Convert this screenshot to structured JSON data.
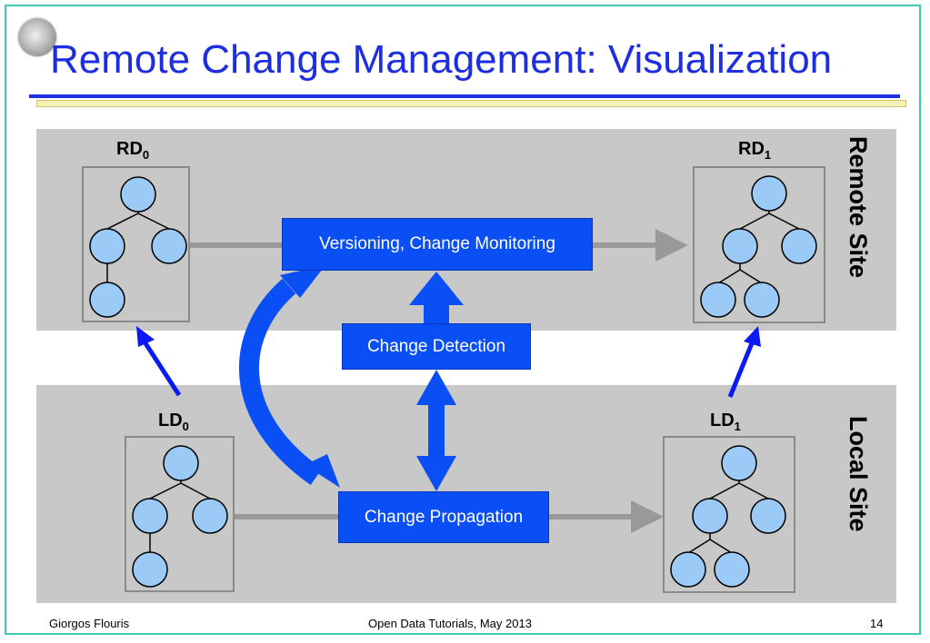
{
  "title": "Remote Change Management: Visualization",
  "sites": {
    "remote": "Remote Site",
    "local": "Local Site"
  },
  "datasets": {
    "rd0": {
      "main": "RD",
      "sub": "0"
    },
    "rd1": {
      "main": "RD",
      "sub": "1"
    },
    "ld0": {
      "main": "LD",
      "sub": "0"
    },
    "ld1": {
      "main": "LD",
      "sub": "1"
    }
  },
  "processes": {
    "versioning": "Versioning, Change Monitoring",
    "detection": "Change Detection",
    "propagation": "Change Propagation"
  },
  "footer": {
    "author": "Giorgos Flouris",
    "event": "Open Data Tutorials, May 2013",
    "page": "14"
  },
  "colors": {
    "title": "#1c2ee0",
    "process_box": "#0a4ef5",
    "band": "#c8c8c8",
    "node_fill": "#9ccaf7",
    "connector": "#999999",
    "frame": "#3fc8b4"
  }
}
